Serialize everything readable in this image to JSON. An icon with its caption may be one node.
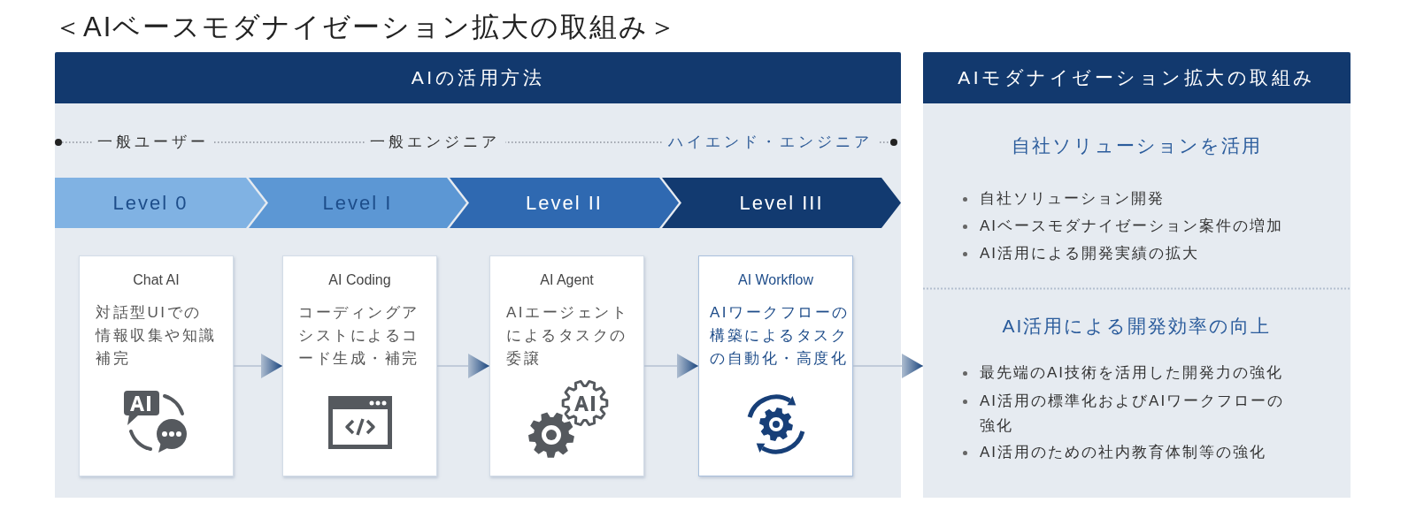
{
  "diagram": {
    "title": "＜AIベースモダナイゼーション拡大の取組み＞",
    "nodes": [
      {
        "text": [
          "AIの活用方法"
        ]
      },
      {
        "text": [
          "Level 0"
        ],
        "in": 0
      },
      {
        "text": [
          "Level I"
        ],
        "in": 0
      },
      {
        "text": [
          "Level II"
        ],
        "in": 0
      },
      {
        "text": [
          "Level III"
        ],
        "in": 0
      },
      {
        "text": [
          "Chat AI",
          "対話型UIでの情報収集や知識補完"
        ],
        "in": 0
      },
      {
        "text": [
          "AI Coding",
          "コーディングアシストによるコード生成・補完"
        ],
        "in": 0
      },
      {
        "text": [
          "AI Agent",
          "AIエージェントによるタスクの委譲"
        ],
        "in": 0
      },
      {
        "text": [
          "AI Workflow",
          "AIワークフローの構築によるタスクの自動化・高度化"
        ],
        "in": 0
      },
      {
        "text": [
          "AIモダナイゼーション拡大の取組み",
          "自社ソリューションを活用",
          "自社ソリューション開発",
          "AIベースモダナイゼーション案件の増加",
          "AI活用による開発実績の拡大",
          "AI活用による開発効率の向上",
          "最先端のAI技術を活用した開発力の強化",
          "AI活用の標準化およびAIワークフローの強化",
          "AI活用のための社内教育体制等の強化"
        ]
      }
    ],
    "edges": [
      {
        "from": 5,
        "to": 6,
        "arrow": "to"
      },
      {
        "from": 6,
        "to": 7,
        "arrow": "to"
      },
      {
        "from": 7,
        "to": 8,
        "arrow": "to"
      },
      {
        "from": 8,
        "to": 9,
        "arrow": "to"
      }
    ],
    "labels": [
      "一般ユーザー",
      "一般エンジニア",
      "ハイエンド・エンジニア"
    ]
  }
}
